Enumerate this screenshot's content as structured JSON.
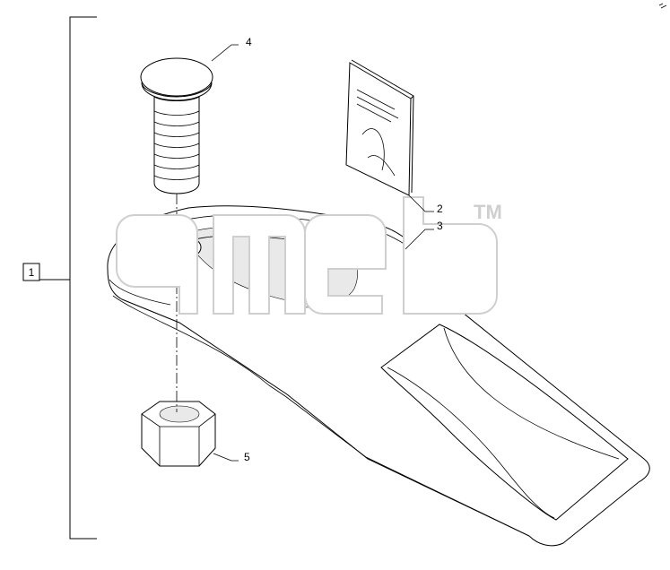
{
  "diagram": {
    "group_label": "1",
    "callouts": [
      {
        "id": "book",
        "label": "2"
      },
      {
        "id": "tooth",
        "label": "3"
      },
      {
        "id": "bolt",
        "label": "4"
      },
      {
        "id": "nut",
        "label": "5"
      }
    ],
    "watermark_text": "TM"
  }
}
